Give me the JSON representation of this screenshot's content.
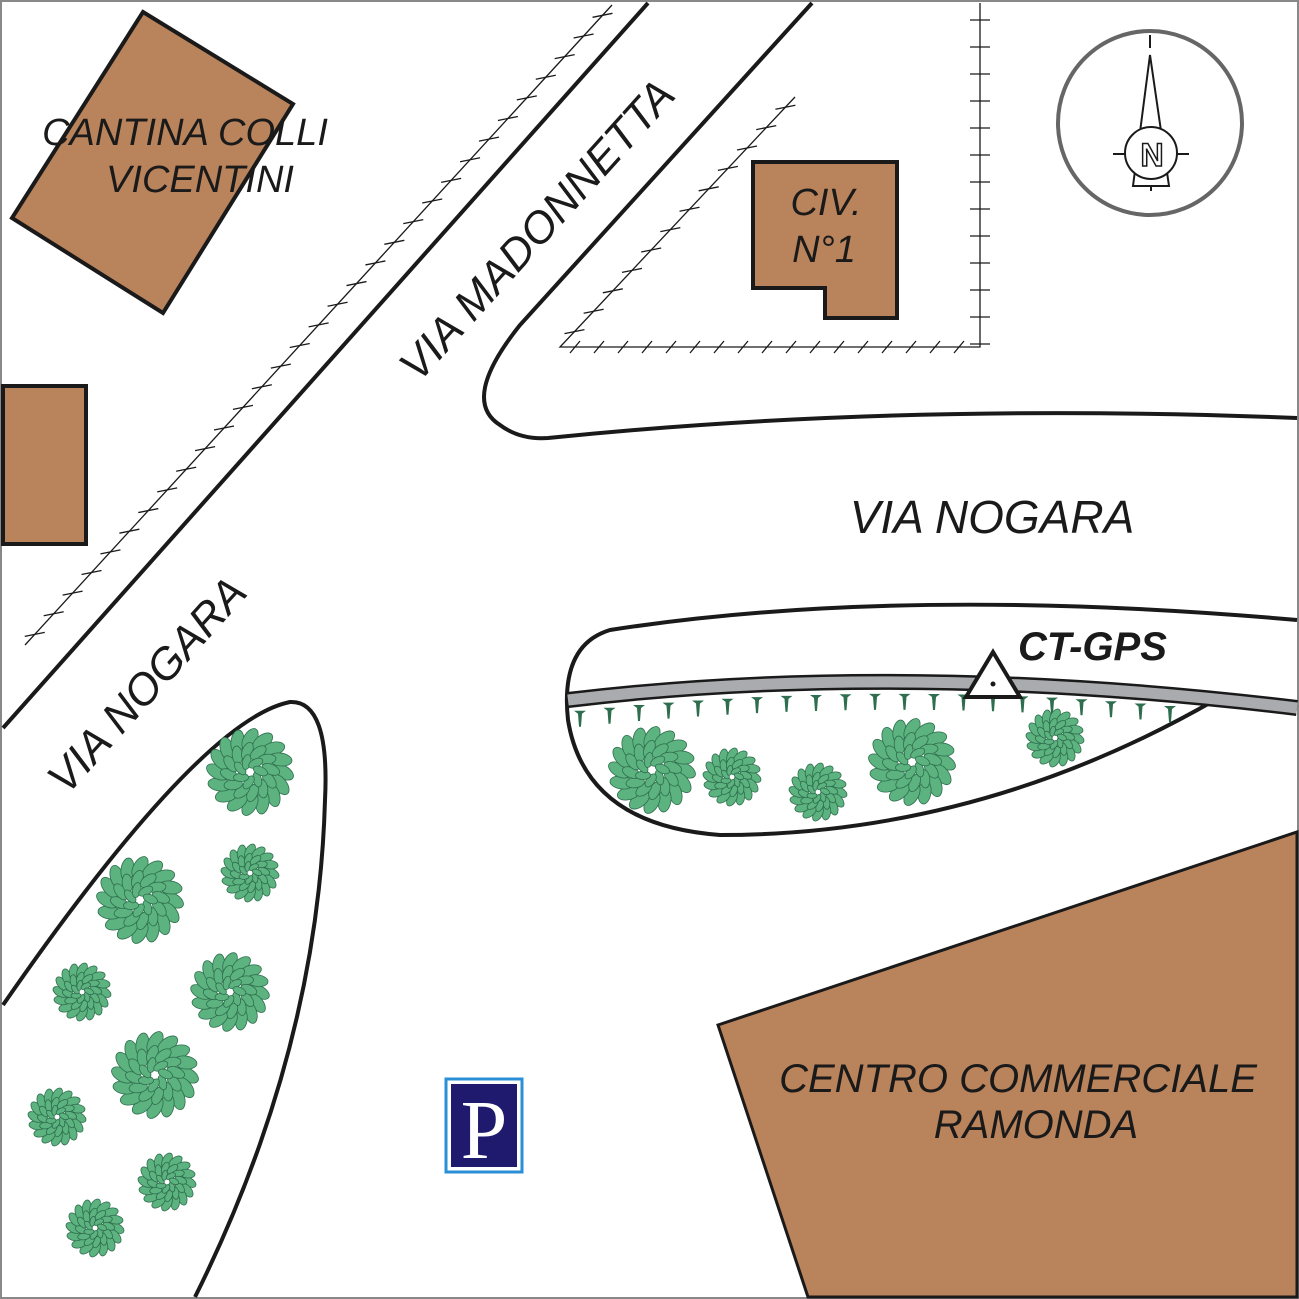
{
  "labels": {
    "cantina_line1": "CANTINA COLLI",
    "cantina_line2": "VICENTINI",
    "via_madonnetta": "VIA MADONNETTA",
    "via_nogara_east": "VIA NOGARA",
    "via_nogara_west": "VIA NOGARA",
    "civ_line1": "CIV.",
    "civ_line2": "N°1",
    "ct_gps": "CT-GPS",
    "centro_line1": "CENTRO COMMERCIALE",
    "centro_line2": "RAMONDA",
    "parking": "P",
    "north": "N"
  },
  "colors": {
    "building": "#b9835c",
    "tree_fill": "#5cb37f",
    "tree_stroke": "#2e6e4e",
    "parking_bg": "#1f1a6e",
    "parking_border": "#2a8fd6",
    "rail": "#a9abae"
  }
}
